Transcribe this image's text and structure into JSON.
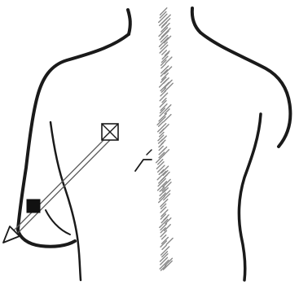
{
  "illustration": {
    "subject": "back-torso-outline",
    "colors": {
      "background": "#ffffff",
      "outline": "#1a1a1a",
      "spine_hatch": "#8a8a8a",
      "arrow": "#5a5a5a",
      "entry_marker_fill": "#111111",
      "exit_marker_fill": "#ffffff"
    },
    "markers": [
      {
        "kind": "crossed-square",
        "icon": "crossed-square-icon"
      },
      {
        "kind": "filled-square",
        "icon": "filled-square-icon"
      }
    ],
    "arrow_icon": "arrowhead-icon"
  }
}
